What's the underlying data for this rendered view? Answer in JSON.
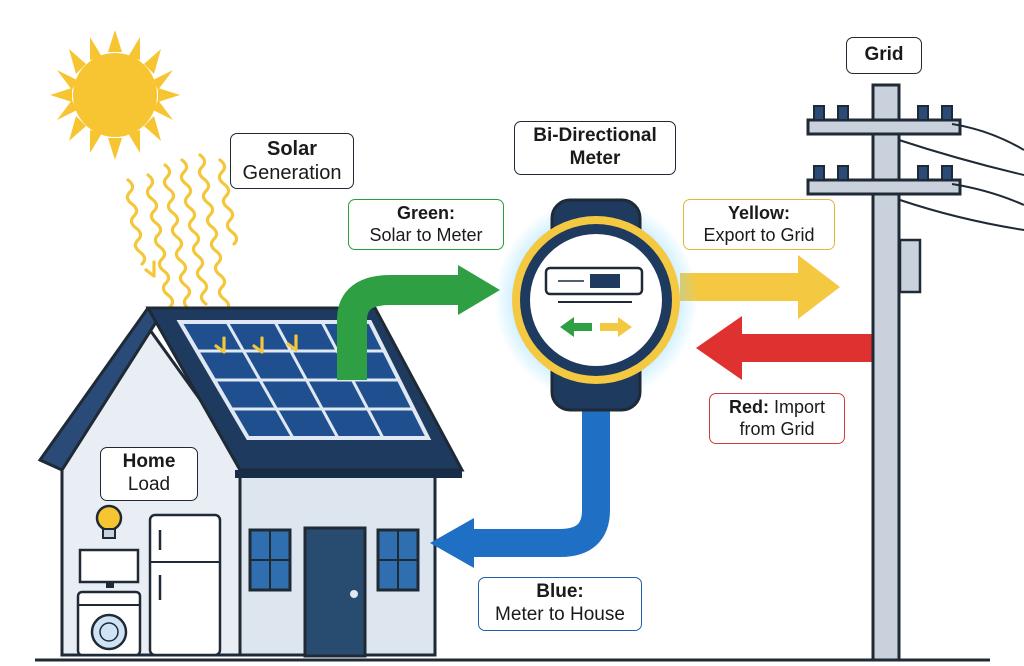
{
  "labels": {
    "solar": {
      "title": "Solar",
      "subtitle": "Generation"
    },
    "meter": {
      "line1": "Bi-Directional",
      "line2": "Meter"
    },
    "grid": {
      "title": "Grid"
    },
    "green": {
      "title": "Green:",
      "subtitle": "Solar to Meter"
    },
    "yellow": {
      "title": "Yellow:",
      "subtitle": "Export to Grid"
    },
    "red": {
      "title": "Red:",
      "rest": " Import",
      "subtitle": "from Grid"
    },
    "home": {
      "title": "Home",
      "subtitle": "Load"
    },
    "blue": {
      "title": "Blue:",
      "subtitle": "Meter to House"
    }
  },
  "colors": {
    "sun": "#f7c531",
    "green_flow": "#2ea043",
    "yellow_flow": "#f5c842",
    "red_flow": "#e03131",
    "blue_flow": "#1f6fc5",
    "roof": "#1e3a5f",
    "house_wall": "#e9eef5",
    "panel": "#1f4f8f",
    "pole": "#c9d2dc",
    "meter_glow": "#7fd6ff"
  },
  "icons": [
    "sun-icon",
    "solar-panel-icon",
    "house-icon",
    "meter-icon",
    "utility-pole-icon",
    "lightbulb-icon",
    "monitor-icon",
    "fridge-icon",
    "washing-machine-icon"
  ]
}
